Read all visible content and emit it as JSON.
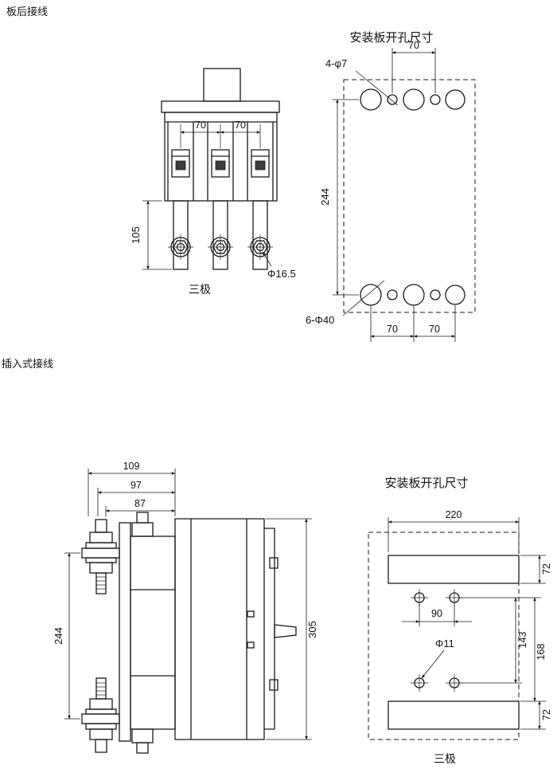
{
  "page": {
    "section1_label": "板后接线",
    "section2_label": "插入式接线",
    "ink_color": "#1a1a1a",
    "paper_color": "#ffffff"
  },
  "rear_wiring": {
    "plate_title": "安装板开孔尺寸",
    "front_view": {
      "pole_pitch_left": "70",
      "pole_pitch_right": "70",
      "terminal_length": "105",
      "terminal_hole_dia": "Φ16.5",
      "caption": "三极"
    },
    "drill_plate": {
      "small_holes_label": "4-φ7",
      "top_pitch": "70",
      "height": "244",
      "big_holes_label": "6-Φ40",
      "bottom_pitch_left": "70",
      "bottom_pitch_right": "70"
    }
  },
  "plug_in": {
    "plate_title": "安装板开孔尺寸",
    "side_view": {
      "depth_overall": "109",
      "depth_mid": "97",
      "depth_inner": "87",
      "stud_pitch": "244",
      "height": "305"
    },
    "drill_plate": {
      "width": "220",
      "top_bar_height": "72",
      "hole_pitch_h": "90",
      "hole_span_v": "143",
      "hole_span_outer": "168",
      "hole_dia": "Φ11",
      "bottom_bar_height": "72",
      "caption": "三极"
    }
  }
}
